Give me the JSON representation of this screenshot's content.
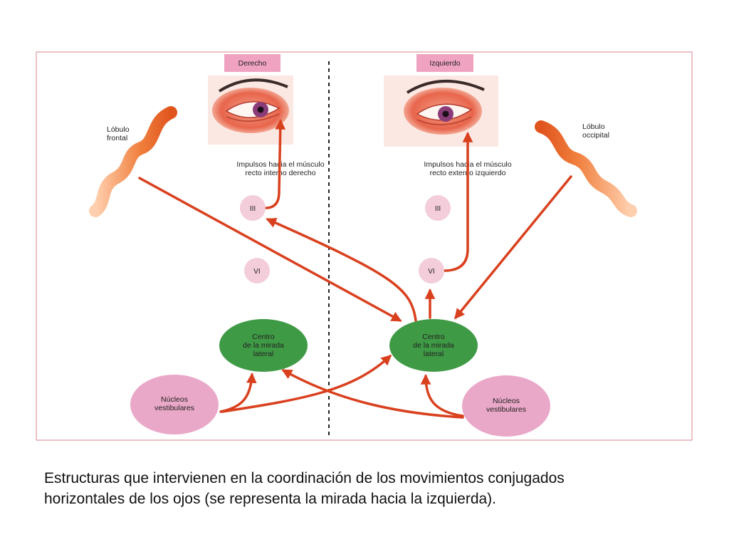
{
  "diagram": {
    "side_labels": {
      "right_eye": "Derecho",
      "left_eye": "Izquierdo"
    },
    "lobes": {
      "frontal": [
        "Lóbulo",
        "frontal"
      ],
      "occipital": [
        "Lóbulo",
        "occipital"
      ]
    },
    "impulses": {
      "right": [
        "Impulsos hacia el músculo",
        "recto interno derecho"
      ],
      "left": [
        "Impulsos hacia el músculo",
        "recto externo izquierdo"
      ]
    },
    "nuclei": {
      "III_right": "III",
      "VI_right": "VI",
      "III_left": "III",
      "VI_left": "VI"
    },
    "centers": {
      "right": [
        "Centro",
        "de la mirada",
        "lateral"
      ],
      "left": [
        "Centro",
        "de la mirada",
        "lateral"
      ]
    },
    "vestibular": {
      "right": [
        "Núcleos",
        "vestibulares"
      ],
      "left": [
        "Núcleos",
        "vestibulares"
      ]
    },
    "colors": {
      "frame": "#d9868d",
      "label_bg": "#f0a3c0",
      "arrow": "#d9401e",
      "center_fill": "#3f9a45",
      "vestibular_fill": "#eaa8c8",
      "nucleus_fill": "#f3cdd9",
      "lobe": "#f07f3c"
    }
  },
  "caption": [
    "Estructuras que intervienen en la coordinación de los movimientos conjugados",
    "horizontales de los ojos (se representa la mirada hacia la izquierda)."
  ]
}
